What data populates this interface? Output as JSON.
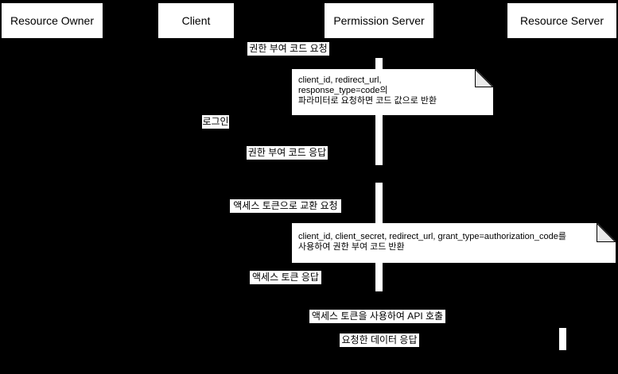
{
  "colors": {
    "background": "#000000",
    "shape_fill": "#ffffff",
    "shape_text": "#000000",
    "note_fold_fill": "#eaeaea"
  },
  "actors": [
    {
      "label": "Resource Owner"
    },
    {
      "label": "Client"
    },
    {
      "label": "Permission Server"
    },
    {
      "label": "Resource Server"
    }
  ],
  "messages": [
    {
      "label": "권한 부여 코드 요청"
    },
    {
      "label": "로그인"
    },
    {
      "label": "권한 부여 코드 응답"
    },
    {
      "label": "액세스 토큰으로 교환 요청"
    },
    {
      "label": "액세스 토큰 응답"
    },
    {
      "label": "액세스 토큰을 사용하여 API 호출"
    },
    {
      "label": "요청한 데이터 응답"
    }
  ],
  "notes": [
    {
      "lines": [
        "client_id, redirect_url,",
        "response_type=code의",
        "파라미터로 요청하면 코드 값으로 반환"
      ]
    },
    {
      "lines": [
        "client_id, client_secret, redirect_url, grant_type=authorization_code를",
        "사용하여 권한 부여 코드 반환"
      ]
    }
  ]
}
